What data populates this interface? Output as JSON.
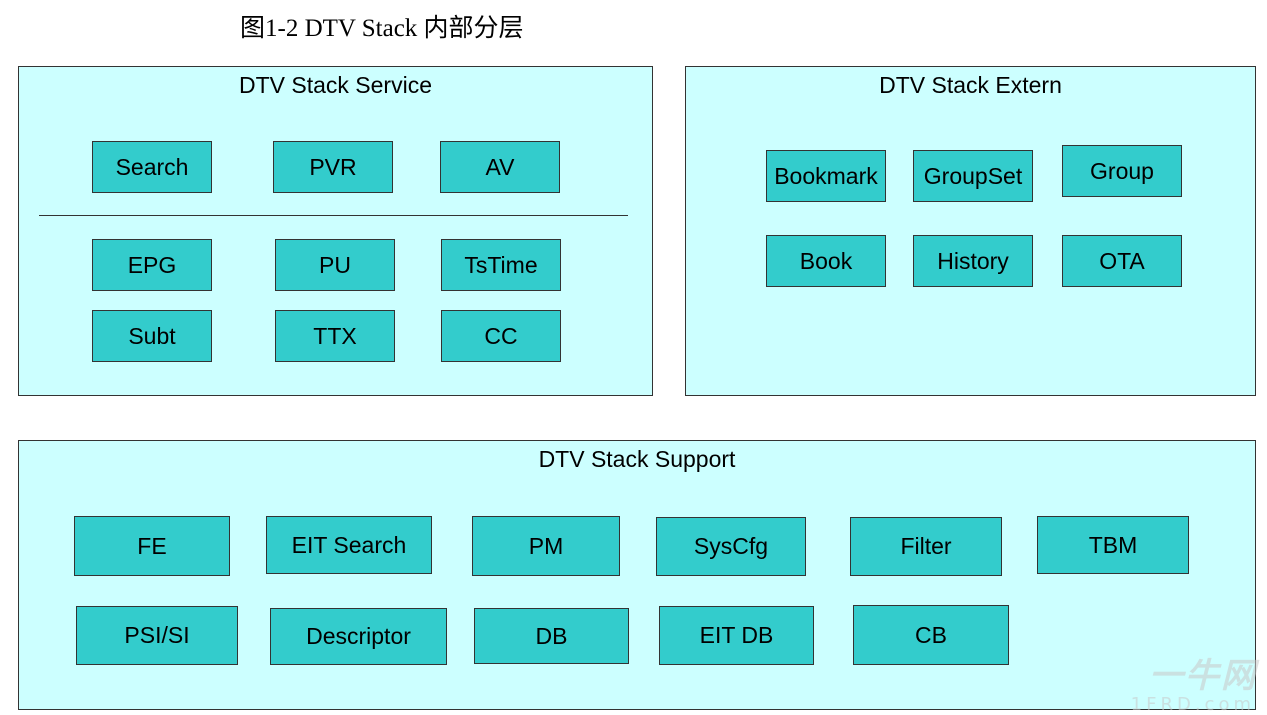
{
  "figure": {
    "title": "图1-2  DTV Stack 内部分层"
  },
  "service": {
    "title": "DTV Stack Service",
    "row1": [
      "Search",
      "PVR",
      "AV"
    ],
    "row2": [
      "EPG",
      "PU",
      "TsTime"
    ],
    "row3": [
      "Subt",
      "TTX",
      "CC"
    ]
  },
  "extern": {
    "title": "DTV Stack Extern",
    "row1": [
      "Bookmark",
      "GroupSet",
      "Group"
    ],
    "row2": [
      "Book",
      "History",
      "OTA"
    ]
  },
  "support": {
    "title": "DTV Stack Support",
    "row1": [
      "FE",
      "EIT Search",
      "PM",
      "SysCfg",
      "Filter",
      "TBM"
    ],
    "row2": [
      "PSI/SI",
      "Descriptor",
      "DB",
      "EIT DB",
      "CB"
    ]
  },
  "watermark": {
    "text": "一牛网",
    "sub": "1FRD.com"
  },
  "colors": {
    "panel": "#ccffff",
    "box": "#33cccc",
    "border": "#333333"
  }
}
